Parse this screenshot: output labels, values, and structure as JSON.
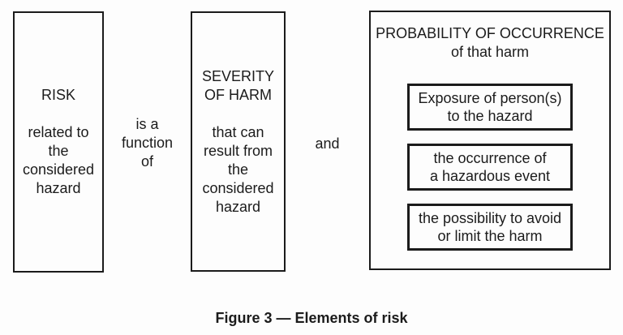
{
  "figure": {
    "risk": {
      "title": "RISK",
      "body": "related to\nthe\nconsidered\nhazard"
    },
    "connector1": "is a\nfunction\nof",
    "severity": {
      "title": "SEVERITY\nOF HARM",
      "body": "that can\nresult from\nthe\nconsidered\nhazard"
    },
    "connector2": "and",
    "probability": {
      "title": "PROBABILITY OF OCCURRENCE",
      "subtitle": "of that harm",
      "factors": [
        "Exposure of person(s)\nto the hazard",
        "the occurrence of\na hazardous event",
        "the possibility to avoid\nor limit the harm"
      ]
    },
    "caption": "Figure 3 — Elements of risk",
    "colors": {
      "ink": "#1b1b1b",
      "background": "#fdfdfd"
    }
  }
}
